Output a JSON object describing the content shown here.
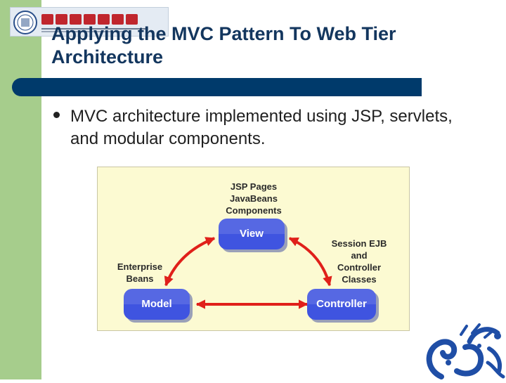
{
  "slide": {
    "title": "Applying the MVC Pattern To Web Tier Architecture",
    "bullet": "MVC architecture implemented using JSP, servlets, and modular components."
  },
  "diagram": {
    "view_label": "JSP Pages\nJavaBeans\nComponents",
    "model_label": "Enterprise\nBeans",
    "controller_label": "Session EJB\nand\nController\nClasses",
    "nodes": {
      "view": "View",
      "model": "Model",
      "controller": "Controller"
    }
  },
  "colors": {
    "side_strip": "#a6cd8c",
    "title": "#13365e",
    "title_bar": "#003a6b",
    "node_fill": "#3f54e0",
    "arrow": "#e0201a",
    "diagram_bg": "#fcfad2"
  },
  "icons": {
    "logo": "university-logo",
    "emblem": "blue-dragon-emblem"
  }
}
